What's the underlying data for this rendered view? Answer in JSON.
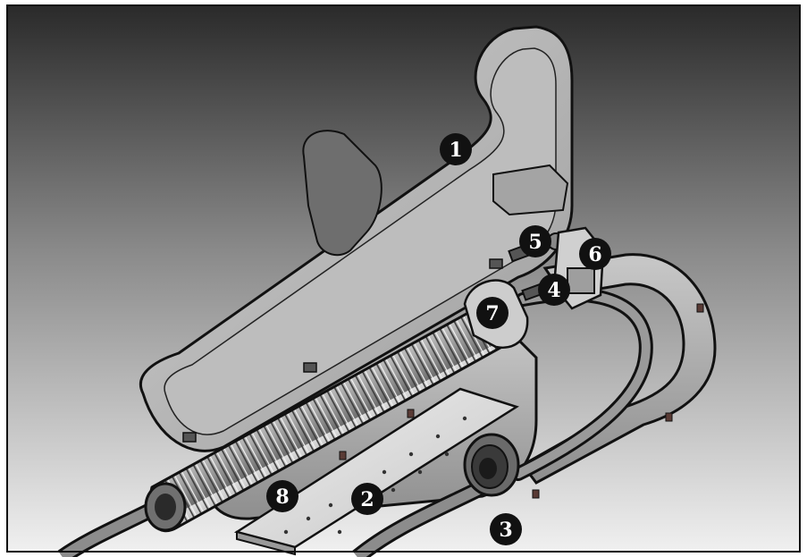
{
  "callouts": [
    {
      "id": "callout-1",
      "label": "1"
    },
    {
      "id": "callout-2",
      "label": "2"
    },
    {
      "id": "callout-3",
      "label": "3"
    },
    {
      "id": "callout-4",
      "label": "4"
    },
    {
      "id": "callout-5",
      "label": "5"
    },
    {
      "id": "callout-6",
      "label": "6"
    },
    {
      "id": "callout-7",
      "label": "7"
    },
    {
      "id": "callout-8",
      "label": "8"
    }
  ],
  "colors": {
    "background_top": "#2a2a2a",
    "background_bottom": "#eeeeee",
    "housing": "#b8b8b8",
    "outline": "#111111",
    "callout_fill": "#111111",
    "callout_text": "#ffffff"
  }
}
